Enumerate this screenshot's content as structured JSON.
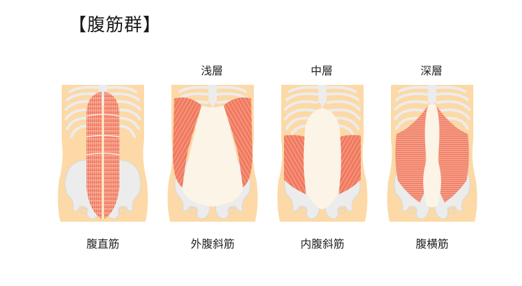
{
  "title": "【腹筋群】",
  "colors": {
    "skin": "#fcd9a6",
    "bone": "#eeeeee",
    "bone_outline": "#d6d6d6",
    "muscle": "#f0735a",
    "muscle_light": "#f6a58e",
    "inner_area": "#fdf4e8"
  },
  "panels": [
    {
      "layer_label": "",
      "muscle_label": "腹直筋",
      "muscle_type": "rectus-abdominis"
    },
    {
      "layer_label": "浅層",
      "muscle_label": "外腹斜筋",
      "muscle_type": "external-oblique"
    },
    {
      "layer_label": "中層",
      "muscle_label": "内腹斜筋",
      "muscle_type": "internal-oblique"
    },
    {
      "layer_label": "深層",
      "muscle_label": "腹横筋",
      "muscle_type": "transversus-abdominis"
    }
  ]
}
